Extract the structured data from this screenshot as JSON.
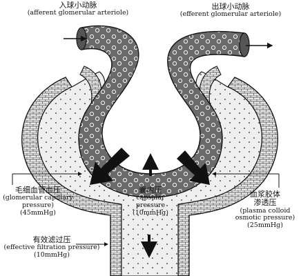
{
  "labels": {
    "afferent": {
      "zh": "入球小动脉",
      "en": "(afferent glomerular arteriole)"
    },
    "efferent": {
      "zh": "出球小动脉",
      "en": "(efferent glomerular arteriole)"
    },
    "capillary": {
      "zh": "毛细血管血压",
      "en1": "(glomerular capillary",
      "en2": "pressure)",
      "value": "(45mmHg)"
    },
    "capsular": {
      "zh": "囊内压",
      "en1": "capsular",
      "en2": "pressure",
      "value": "(10mmHg)"
    },
    "oncotic": {
      "zh1": "血浆胶体",
      "zh2": "渗透压",
      "en1": "(plasma colloid",
      "en2": "osmotic pressure)",
      "value": "(25mmHg)"
    },
    "filtration": {
      "zh": "有效滤过压",
      "en": "(effective filtration pressure)",
      "value": "(10mmHg)"
    }
  },
  "colors": {
    "vessel": "#6e6e6e",
    "capsule_wall": "#e4e4e4",
    "capsule_space": "#eeeeee",
    "outline": "#111111"
  }
}
